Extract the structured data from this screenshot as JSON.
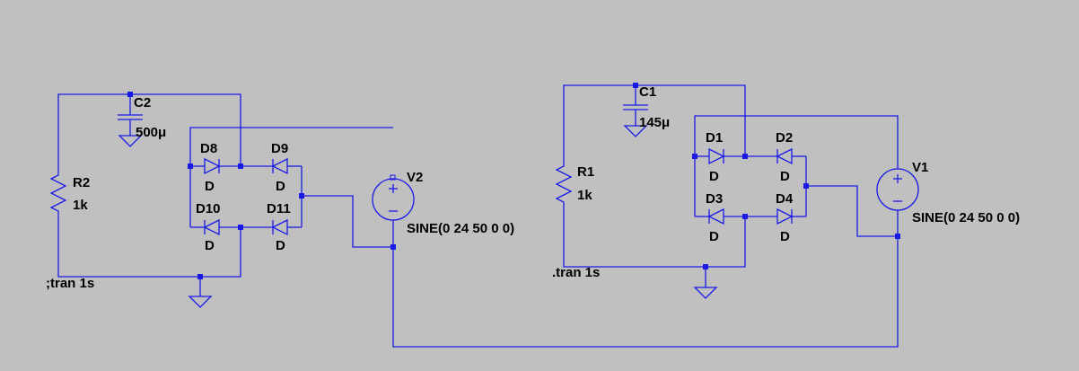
{
  "schematic": {
    "left_circuit": {
      "capacitor": {
        "name": "C2",
        "value": "500μ"
      },
      "resistor": {
        "name": "R2",
        "value": "1k"
      },
      "diodes": [
        {
          "name": "D8",
          "model": "D"
        },
        {
          "name": "D9",
          "model": "D"
        },
        {
          "name": "D10",
          "model": "D"
        },
        {
          "name": "D11",
          "model": "D"
        }
      ],
      "source": {
        "name": "V2",
        "value": "SINE(0 24 50 0 0)"
      },
      "directive": ";tran 1s"
    },
    "right_circuit": {
      "capacitor": {
        "name": "C1",
        "value": "145μ"
      },
      "resistor": {
        "name": "R1",
        "value": "1k"
      },
      "diodes": [
        {
          "name": "D1",
          "model": "D"
        },
        {
          "name": "D2",
          "model": "D"
        },
        {
          "name": "D3",
          "model": "D"
        },
        {
          "name": "D4",
          "model": "D"
        }
      ],
      "source": {
        "name": "V1",
        "value": "SINE(0 24 50 0 0)"
      },
      "directive": ".tran 1s"
    },
    "colors": {
      "background": "#c0c0c0",
      "wire": "#1a1ae6",
      "text": "#000000"
    }
  }
}
